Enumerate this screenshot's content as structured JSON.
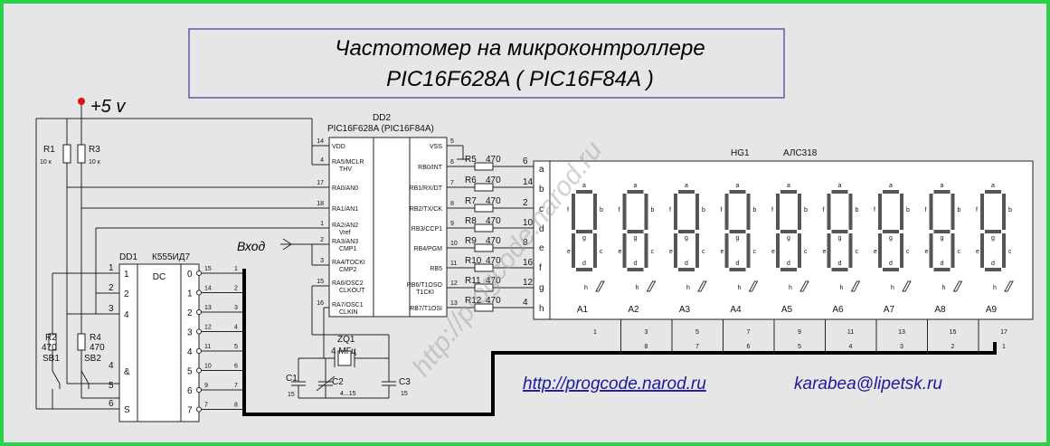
{
  "title": {
    "line1": "Частотомер на микроконтроллере",
    "line2": "PIC16F628A ( PIC16F84A )"
  },
  "power": {
    "label": "+5 v"
  },
  "input_label": "Вход",
  "links": {
    "site": "http://progcode.narod.ru",
    "email": "karabea@lipetsk.ru"
  },
  "watermark": "http://progcode.narod.ru",
  "mcu": {
    "ref": "DD2",
    "part": "PIC16F628A (PIC16F84A)",
    "left_pins": [
      {
        "num": "14",
        "name": "VDD"
      },
      {
        "num": "4",
        "name": "RA5/MCLR THV"
      },
      {
        "num": "17",
        "name": "RA0/AN0"
      },
      {
        "num": "18",
        "name": "RA1/AN1"
      },
      {
        "num": "1",
        "name": "RA2/AN2 Vref"
      },
      {
        "num": "2",
        "name": "RA3/AN3 CMP1"
      },
      {
        "num": "3",
        "name": "RA4/TOCKI CMP2"
      },
      {
        "num": "15",
        "name": "RA6/OSC2 CLKOUT"
      },
      {
        "num": "16",
        "name": "RA7/OSC1 CLKIN"
      }
    ],
    "right_pins": [
      {
        "num": "5",
        "name": "VSS"
      },
      {
        "num": "6",
        "name": "RB0/INT"
      },
      {
        "num": "7",
        "name": "RB1/RX/DT"
      },
      {
        "num": "8",
        "name": "RB2/TX/CK"
      },
      {
        "num": "9",
        "name": "RB3/CCP1"
      },
      {
        "num": "10",
        "name": "RB4/PGM"
      },
      {
        "num": "11",
        "name": "RB5"
      },
      {
        "num": "12",
        "name": "RB6/T1OSO T1CKI"
      },
      {
        "num": "13",
        "name": "RB7/T1OSI"
      }
    ]
  },
  "resistors": [
    {
      "ref": "R5",
      "value": "470",
      "seg_pin": "6",
      "seg": "a"
    },
    {
      "ref": "R6",
      "value": "470",
      "seg_pin": "14",
      "seg": "b"
    },
    {
      "ref": "R7",
      "value": "470",
      "seg_pin": "2",
      "seg": "c"
    },
    {
      "ref": "R8",
      "value": "470",
      "seg_pin": "10",
      "seg": "d"
    },
    {
      "ref": "R9",
      "value": "470",
      "seg_pin": "8",
      "seg": "e"
    },
    {
      "ref": "R10",
      "value": "470",
      "seg_pin": "16",
      "seg": "f"
    },
    {
      "ref": "R11",
      "value": "470",
      "seg_pin": "12",
      "seg": "g"
    },
    {
      "ref": "R12",
      "value": "470",
      "seg_pin": "4",
      "seg": "h"
    }
  ],
  "pullups": [
    {
      "ref": "R1",
      "value": "10 к"
    },
    {
      "ref": "R3",
      "value": "10 к"
    }
  ],
  "button_resistors": [
    {
      "ref": "R2",
      "value": "470"
    },
    {
      "ref": "R4",
      "value": "470"
    }
  ],
  "buttons": [
    "SB1",
    "SB2"
  ],
  "decoder": {
    "ref": "DD1",
    "part": "К555ИД7",
    "inner": "DC",
    "inputs": [
      {
        "label": "1",
        "pin": "1"
      },
      {
        "label": "2",
        "pin": "2"
      },
      {
        "label": "4",
        "pin": "3"
      },
      {
        "label": "&",
        "pin": "4"
      },
      {
        "label": "",
        "pin": "5"
      },
      {
        "label": "S",
        "pin": "6"
      }
    ],
    "outputs": [
      {
        "label": "0",
        "pin": "15",
        "bus": "1"
      },
      {
        "label": "1",
        "pin": "14",
        "bus": "2"
      },
      {
        "label": "2",
        "pin": "13",
        "bus": "3"
      },
      {
        "label": "3",
        "pin": "12",
        "bus": "4"
      },
      {
        "label": "4",
        "pin": "11",
        "bus": "5"
      },
      {
        "label": "5",
        "pin": "10",
        "bus": "6"
      },
      {
        "label": "6",
        "pin": "9",
        "bus": "7"
      },
      {
        "label": "7",
        "pin": "7",
        "bus": "8"
      }
    ]
  },
  "crystal": {
    "ref": "ZQ1",
    "value": "4 МГц"
  },
  "caps": [
    {
      "ref": "C1",
      "value": "15"
    },
    {
      "ref": "C2",
      "value": "4...15"
    },
    {
      "ref": "C3",
      "value": "15"
    }
  ],
  "display": {
    "ref": "HG1",
    "part": "АЛС318",
    "seg_rows": [
      "a",
      "b",
      "c",
      "d",
      "e",
      "f",
      "g",
      "h"
    ],
    "digits": [
      {
        "name": "A1",
        "pin_top": "1",
        "pin_bottom": ""
      },
      {
        "name": "A2",
        "pin_top": "3",
        "pin_bottom": "8"
      },
      {
        "name": "A3",
        "pin_top": "5",
        "pin_bottom": "7"
      },
      {
        "name": "A4",
        "pin_top": "7",
        "pin_bottom": "6"
      },
      {
        "name": "A5",
        "pin_top": "9",
        "pin_bottom": "5"
      },
      {
        "name": "A6",
        "pin_top": "11",
        "pin_bottom": "4"
      },
      {
        "name": "A7",
        "pin_top": "13",
        "pin_bottom": "3"
      },
      {
        "name": "A8",
        "pin_top": "15",
        "pin_bottom": "2"
      },
      {
        "name": "A9",
        "pin_top": "17",
        "pin_bottom": "1"
      }
    ]
  },
  "colors": {
    "border": "#2bd14a",
    "background": "#e6e6e6",
    "title_frame": "#5a5aa8",
    "link": "#1a1aa0",
    "power_dot": "#e01010"
  }
}
